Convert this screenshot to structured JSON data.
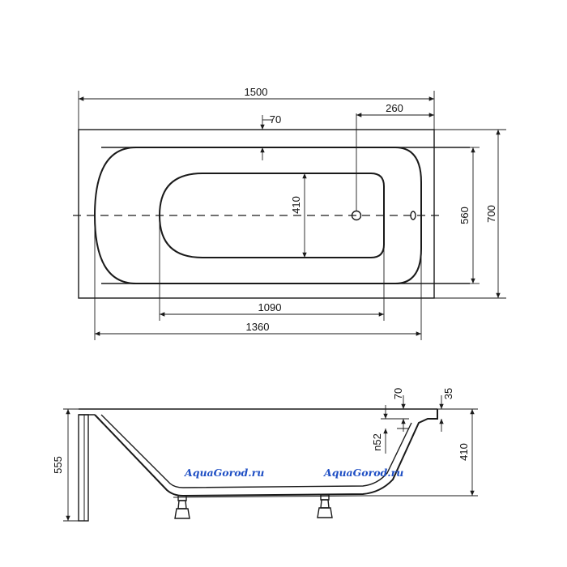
{
  "top_view": {
    "dims": {
      "overall_length": "1500",
      "overall_width": "700",
      "inner_width": "560",
      "inner_length": "1360",
      "bottom_length": "1090",
      "bottom_width": "410",
      "drain_offset": "260",
      "rim_offset": "70"
    }
  },
  "side_view": {
    "dims": {
      "total_height": "555",
      "depth": "410",
      "rim_thickness": "35",
      "overflow_offset": "70",
      "overflow_size": "n52"
    }
  },
  "watermarks": [
    "AquaGorod.ru",
    "AquaGorod.ru"
  ],
  "colors": {
    "line": "#1a1a1a",
    "watermark": "#1f4fc4"
  }
}
